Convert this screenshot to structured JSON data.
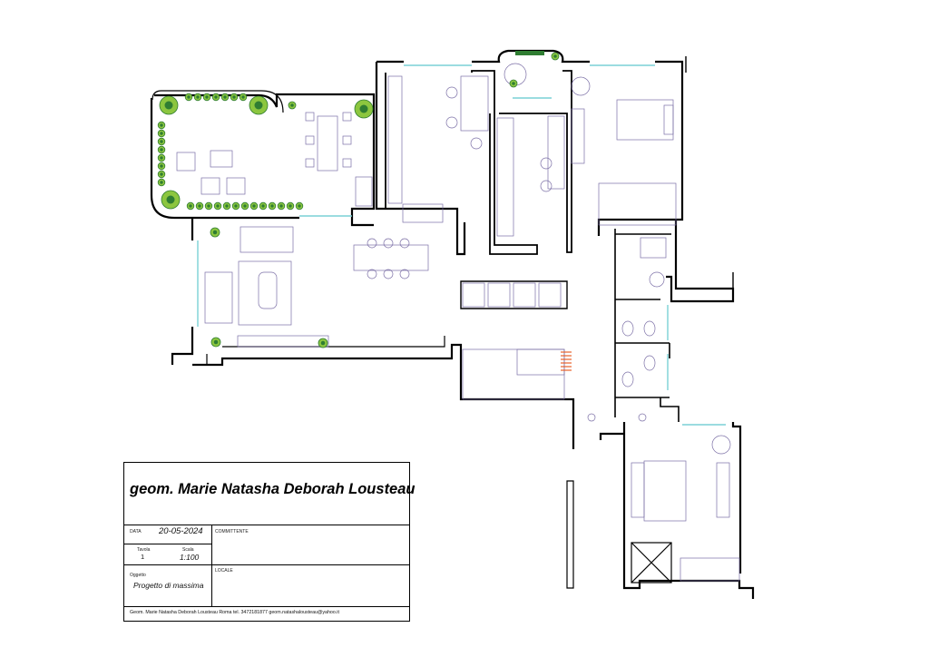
{
  "colors": {
    "wall": "#000000",
    "window": "#7ad1d6",
    "furniture": "#7b6fa6",
    "plant": "#8cc63f",
    "plant_dark": "#2f7d32",
    "stair": "#e8622a"
  },
  "title_block": {
    "author": "geom. Marie Natasha Deborah Lousteau",
    "data_label": "DATA",
    "date": "20-05-2024",
    "committente_label": "COMMITTENTE",
    "tavola_label": "Tavola",
    "tavola_value": "1",
    "scala_label": "Scala",
    "scala_value": "1:100",
    "oggetto_label": "Oggetto",
    "oggetto_value": "Progetto di massima",
    "locale_label": "LOCALE",
    "footer": "Geom. Marie Natasha Deborah Lousteau Roma  tel. 3472181877 geom.natashalousteau@yahoo.it"
  }
}
